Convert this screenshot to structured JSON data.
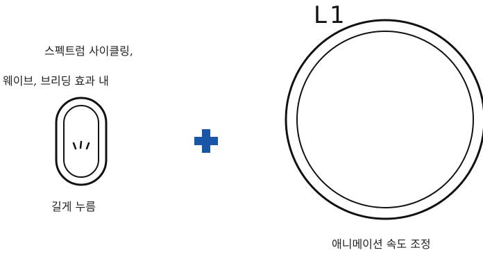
{
  "button_caption": {
    "line1": "스펙트럼 사이클링,",
    "line2": "웨이브, 브리딩 효과 내"
  },
  "press_label": "길게 누름",
  "dial": {
    "label": "L1",
    "caption": "애니메이션 속도 조정"
  },
  "colors": {
    "plus": "#1a56a8",
    "stroke": "#111111"
  },
  "icons": {
    "button": "long-press-button-icon",
    "combine": "plus-icon",
    "dial": "rotary-dial-icon"
  }
}
